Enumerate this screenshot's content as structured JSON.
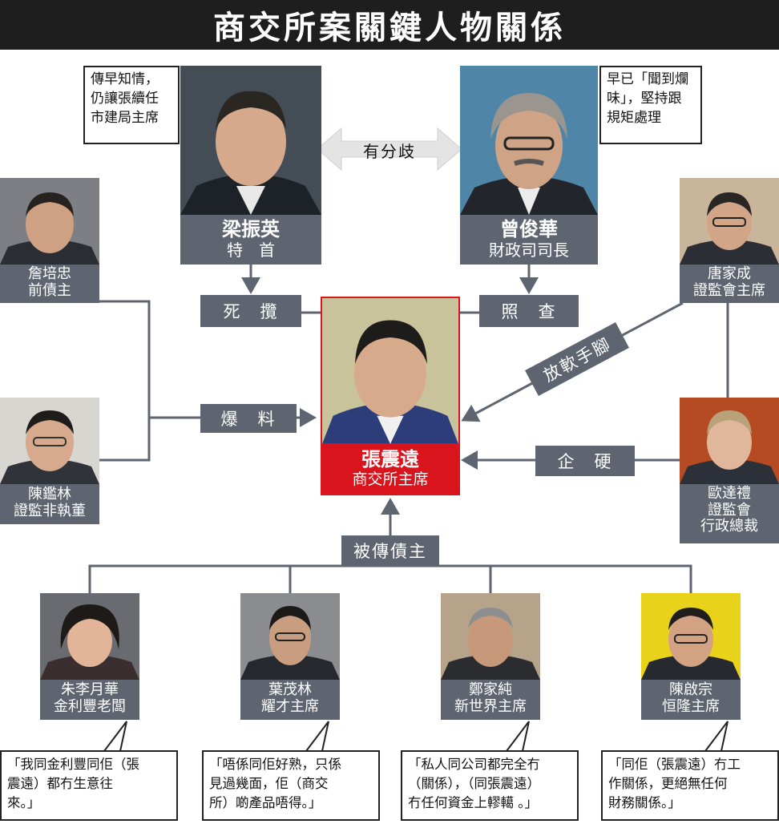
{
  "title": "商交所案關鍵人物關係",
  "colors": {
    "label_bg": "#5e6570",
    "center_bg": "#d9141c",
    "title_bg": "#1e1e1e"
  },
  "people": {
    "leung": {
      "name": "梁振英",
      "title": "特　首"
    },
    "tsang": {
      "name": "曾俊華",
      "title": "財政司司長"
    },
    "cheung": {
      "name": "張震遠",
      "title": "商交所主席"
    },
    "chim": {
      "name": "詹培忠",
      "title": "前債主"
    },
    "chan_kl": {
      "name": "陳鑑林",
      "title": "證監非執董"
    },
    "tong": {
      "name": "唐家成",
      "title": "證監會主席"
    },
    "alder": {
      "name": "歐達禮",
      "title_lines": [
        "證監會",
        "行政總裁"
      ]
    },
    "chu": {
      "name": "朱李月華",
      "title": "金利豐老闆"
    },
    "yip": {
      "name": "葉茂林",
      "title": "耀才主席"
    },
    "cheng": {
      "name": "鄭家純",
      "title": "新世界主席"
    },
    "chan_ronnie": {
      "name": "陳啟宗",
      "title": "恒隆主席"
    }
  },
  "relations": {
    "disagree": "有分歧",
    "protect": "死　攬",
    "investigate": "照　查",
    "leak": "爆　料",
    "tough": "企　硬",
    "lenient": "放軟手腳",
    "creditors": "被傳債主"
  },
  "top_quotes": {
    "leung_lines": [
      "傳早知情，",
      "仍讓張續任",
      "市建局主席"
    ],
    "tsang_lines": [
      "早已「聞到爛",
      "味」，堅持跟",
      "規矩處理"
    ]
  },
  "quotes": {
    "chu_lines": [
      "「我同金利豐同佢（張",
      "震遠）都冇生意往",
      "來。」"
    ],
    "yip_lines": [
      "「唔係同佢好熟，只係",
      "見過幾面，佢（商交",
      "所）啲產品唔得。」"
    ],
    "cheng_lines": [
      "「私人同公司都完全冇",
      "（關係），（同張震遠）",
      "冇任何資金上轇轕 。」"
    ],
    "chan_lines": [
      "「同佢（張震遠）冇工",
      "作關係，更絕無任何",
      "財務關係。」"
    ]
  }
}
